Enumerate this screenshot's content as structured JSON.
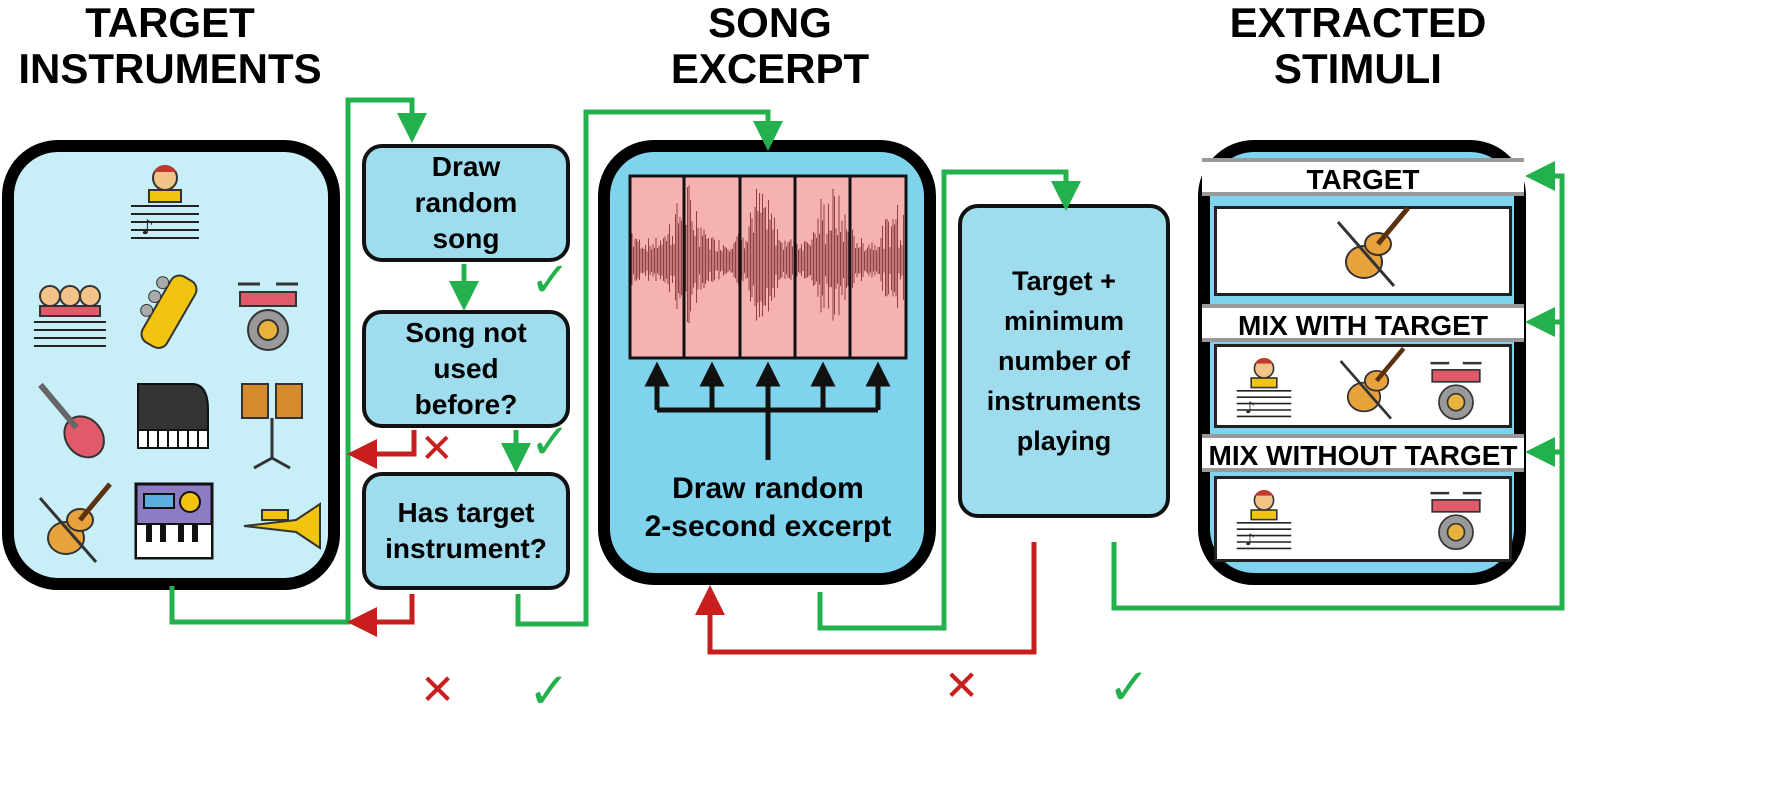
{
  "headers": {
    "target_instruments": [
      "TARGET",
      "INSTRUMENTS"
    ],
    "song_excerpt": [
      "SONG",
      "EXCERPT"
    ],
    "extracted_stimuli": [
      "EXTRACTED",
      "STIMULI"
    ]
  },
  "steps": {
    "draw_song": [
      "Draw",
      "random",
      "song"
    ],
    "not_used": [
      "Song not",
      "used",
      "before?"
    ],
    "has_target": [
      "Has target",
      "instrument?"
    ],
    "draw_excerpt": [
      "Draw random",
      "2-second excerpt"
    ],
    "target_min": [
      "Target +",
      "minimum",
      "number of",
      "instruments",
      "playing"
    ]
  },
  "stimuli": {
    "target_label": "TARGET",
    "mix_with_label": "MIX WITH TARGET",
    "mix_without_label": "MIX WITHOUT TARGET"
  },
  "instrument_icons": [
    "singer-sheet-music-icon",
    "choir-sheet-music-icon",
    "guitar-headstock-icon",
    "drum-kit-icon",
    "electric-guitar-icon",
    "grand-piano-icon",
    "bongo-drums-icon",
    "violin-icon",
    "synthesizer-icon",
    "trumpet-icon"
  ],
  "colors": {
    "yes_arrow": "#22b14c",
    "no_arrow": "#c81e1e",
    "box_fill": "#9edcee",
    "waveform_bg": "#f6b2b2",
    "waveform_line": "#6e1a1a"
  },
  "marks": {
    "check": "✓",
    "cross": "✕"
  }
}
